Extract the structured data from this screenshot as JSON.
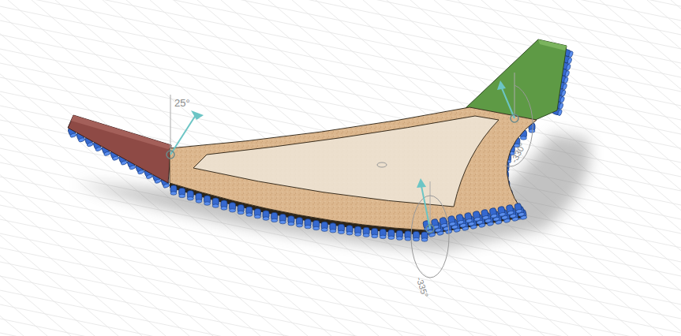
{
  "diagram": {
    "labels": [
      "25°",
      "-330°",
      "-335°"
    ]
  }
}
